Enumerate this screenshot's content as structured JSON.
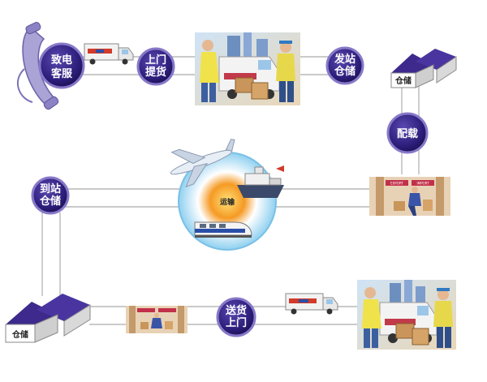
{
  "nodes": {
    "customer_service": {
      "line1": "致电",
      "line2": "客服"
    },
    "pickup": {
      "line1": "上门",
      "line2": "提货"
    },
    "origin_storage": {
      "line1": "发站",
      "line2": "仓储"
    },
    "loading": {
      "line1": "配载"
    },
    "destination_storage": {
      "line1": "到站",
      "line2": "仓储"
    },
    "delivery": {
      "line1": "送货",
      "line2": "上门"
    }
  },
  "transport_label": "运输",
  "warehouse_label": "仓储",
  "export_sign": "EXPORT",
  "import_sign": "IMPORT",
  "colors": {
    "node_fill": "#2c1d7a",
    "node_ring": "#8878c8",
    "line": "#b8b8b8",
    "roof": "#3d2a8c",
    "center_core": "#f59a24"
  }
}
